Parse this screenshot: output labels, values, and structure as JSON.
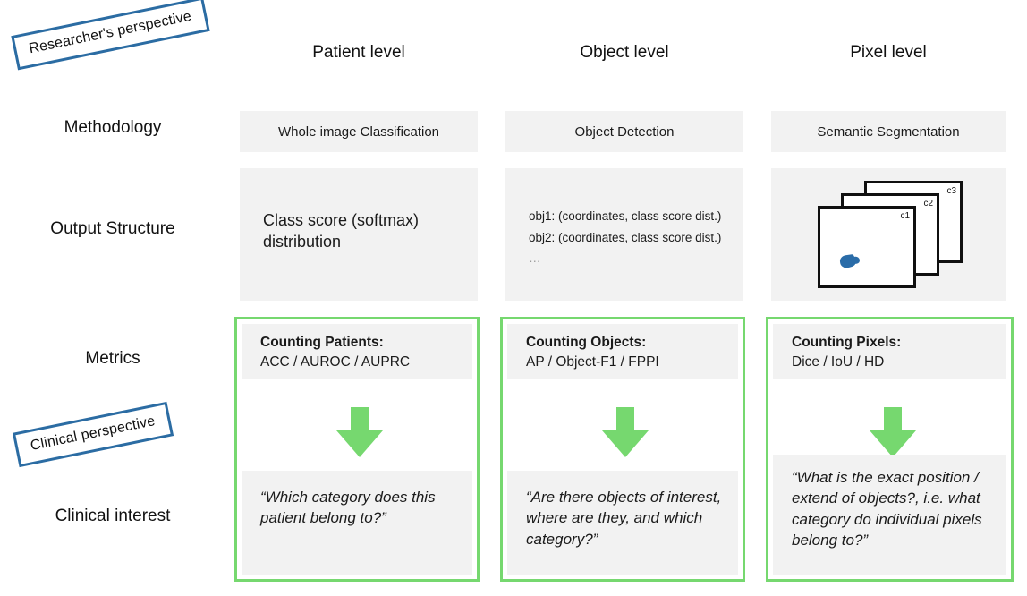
{
  "perspective_tags": {
    "researcher": "Researcher's perspective",
    "clinical": "Clinical perspective"
  },
  "columns": [
    {
      "header": "Patient level",
      "methodology": "Whole image Classification",
      "output_structure": "Class score (softmax)\ndistribution",
      "output_line1": "Class score (softmax)",
      "output_line2": "distribution",
      "metrics_title": "Counting Patients:",
      "metrics_values": "ACC / AUROC / AUPRC",
      "arrow_icon": "down-arrow-icon",
      "clinical_interest": "“Which category does this patient belong to?”"
    },
    {
      "header": "Object level",
      "methodology": "Object Detection",
      "output_line1": "obj1: (coordinates, class score dist.)",
      "output_line2": "obj2: (coordinates, class score dist.)",
      "output_line3": "…",
      "metrics_title": "Counting Objects:",
      "metrics_values": "AP / Object-F1 / FPPI",
      "arrow_icon": "down-arrow-icon",
      "clinical_interest": "“Are there objects of interest, where are they, and which category?”"
    },
    {
      "header": "Pixel level",
      "methodology": "Semantic Segmentation",
      "output_layers": [
        "c1",
        "c2",
        "c3"
      ],
      "metrics_title": "Counting Pixels:",
      "metrics_values": "Dice / IoU / HD",
      "arrow_icon": "down-arrow-icon",
      "clinical_interest": "“What is the exact position / extend of objects?, i.e. what category do individual pixels belong to?”"
    }
  ],
  "row_labels": {
    "methodology": "Methodology",
    "output_structure": "Output Structure",
    "metrics": "Metrics",
    "clinical_interest": "Clinical interest"
  },
  "colors": {
    "tag_border": "#2b6ca3",
    "panel_gray": "#f2f2f2",
    "accent_green": "#76d86f",
    "blob_blue": "#2a6ca8",
    "layer_border": "#101010"
  }
}
